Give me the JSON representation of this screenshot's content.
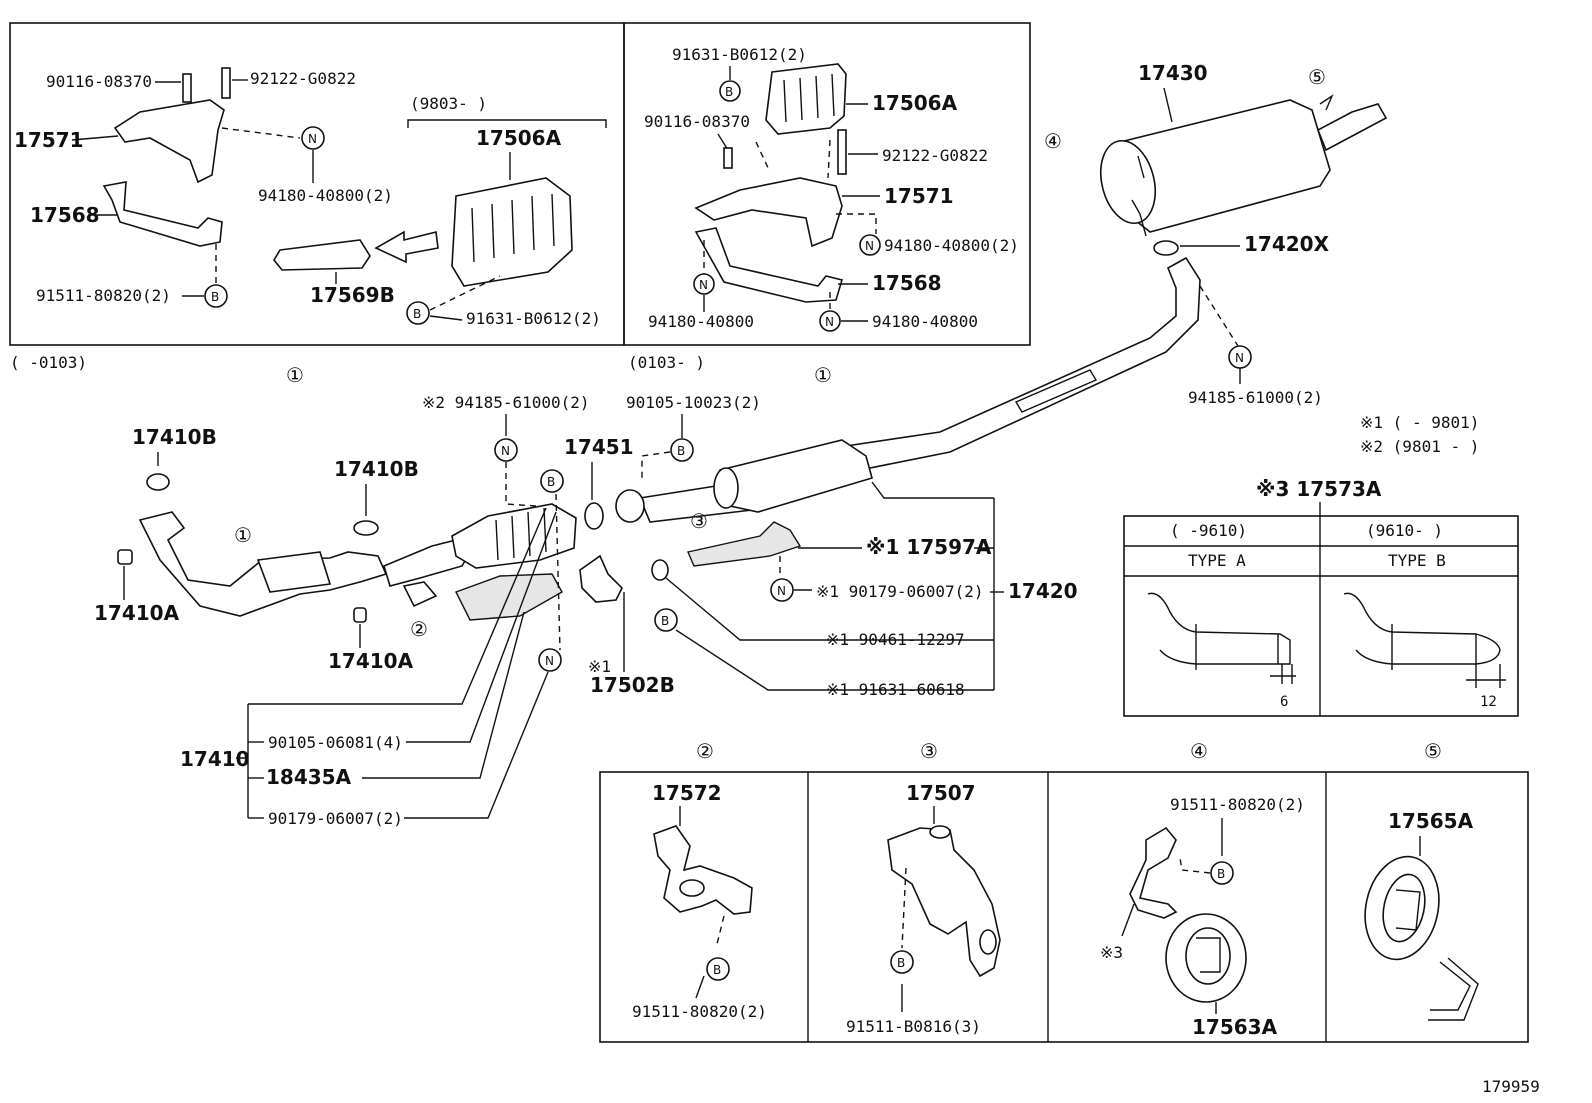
{
  "diagram_id": "179959",
  "notes": {
    "n1": "※1 (       - 9801)",
    "n2": "※2 (9801 -       )"
  },
  "symbols": {
    "bolt_b": "B",
    "nut_n": "N"
  },
  "circled": {
    "c1": "①",
    "c2": "②",
    "c3": "③",
    "c4": "④",
    "c5": "⑤"
  },
  "inset_left": {
    "range_top": "(9803-      )",
    "range_bottom": "(      -0103)",
    "labels": {
      "p90116": "90116-08370",
      "p92122": "92122-G0822",
      "p17571": "17571",
      "p94180": "94180-40800(2)",
      "p17506A": "17506A",
      "p17568": "17568",
      "p91511": "91511-80820(2)",
      "p17569B": "17569B",
      "p91631": "91631-B0612(2)"
    }
  },
  "inset_right": {
    "range_bottom": "(0103-      )",
    "labels": {
      "p91631": "91631-B0612(2)",
      "p17506A": "17506A",
      "p90116": "90116-08370",
      "p92122": "92122-G0822",
      "p17571": "17571",
      "p94180a": "94180-40800(2)",
      "p17568": "17568",
      "p94180b": "94180-40800",
      "p94180c": "94180-40800"
    }
  },
  "main": {
    "p17430": "17430",
    "p17420X": "17420X",
    "p94185a": "94185-61000(2)",
    "p94185b": "※2 94185-61000(2)",
    "p90105a": "90105-10023(2)",
    "p17451": "17451",
    "p17410B_a": "17410B",
    "p17410B_b": "17410B",
    "p17410A_a": "17410A",
    "p17410A_b": "17410A",
    "p17597A": "※1 17597A",
    "p90179a": "※1 90179-06007(2)",
    "p17420": "17420",
    "p90461": "※1 90461-12297",
    "p91631b": "※1 91631-60618",
    "p17502B_note": "※1",
    "p17502B": "17502B",
    "p17410": "17410",
    "p90105b": "90105-06081(4)",
    "p18435A": "18435A",
    "p90179b": "90179-06007(2)"
  },
  "type_table": {
    "title": "※3 17573A",
    "col1_range": "(      -9610)",
    "col2_range": "(9610-      )",
    "col1_type": "TYPE A",
    "col2_type": "TYPE B",
    "dim_a": "6",
    "dim_b": "12"
  },
  "detail_boxes": {
    "b2": {
      "part": "17572",
      "bolt": "91511-80820(2)"
    },
    "b3": {
      "part": "17507",
      "bolt": "91511-B0816(3)"
    },
    "b4": {
      "bolt": "91511-80820(2)",
      "note": "※3",
      "part": "17563A"
    },
    "b5": {
      "part": "17565A"
    }
  }
}
